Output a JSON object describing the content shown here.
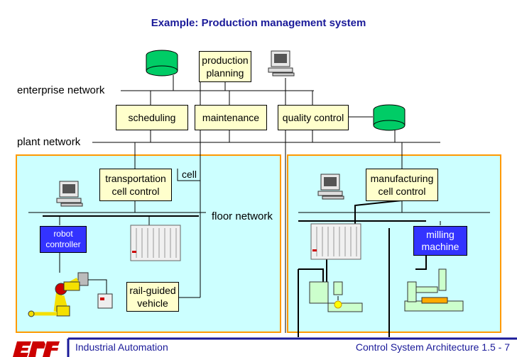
{
  "diagram": {
    "title": "Example: Production management system",
    "networks": {
      "enterprise": "enterprise network",
      "plant": "plant network",
      "floor": "floor network",
      "cell": "cell"
    },
    "nodes": {
      "production_planning": "production\nplanning",
      "scheduling": "scheduling",
      "maintenance": "maintenance",
      "quality_control": "quality control",
      "transportation": "transportation\ncell control",
      "manufacturing": "manufacturing\ncell control",
      "robot": "robot\ncontroller",
      "rail_vehicle": "rail-guided\nvehicle",
      "milling": "milling\nmachine"
    },
    "footer": {
      "left": "Industrial Automation",
      "right": "Control System Architecture 1.5 - 7"
    }
  },
  "colors": {
    "title": "#1a1a99",
    "box_fill": "#ffffcc",
    "cell_fill": "#ccffff",
    "cell_border": "#ff9900",
    "device_blue": "#3333ff",
    "database": "#00cc66",
    "footer_bar": "#1a1a99"
  }
}
